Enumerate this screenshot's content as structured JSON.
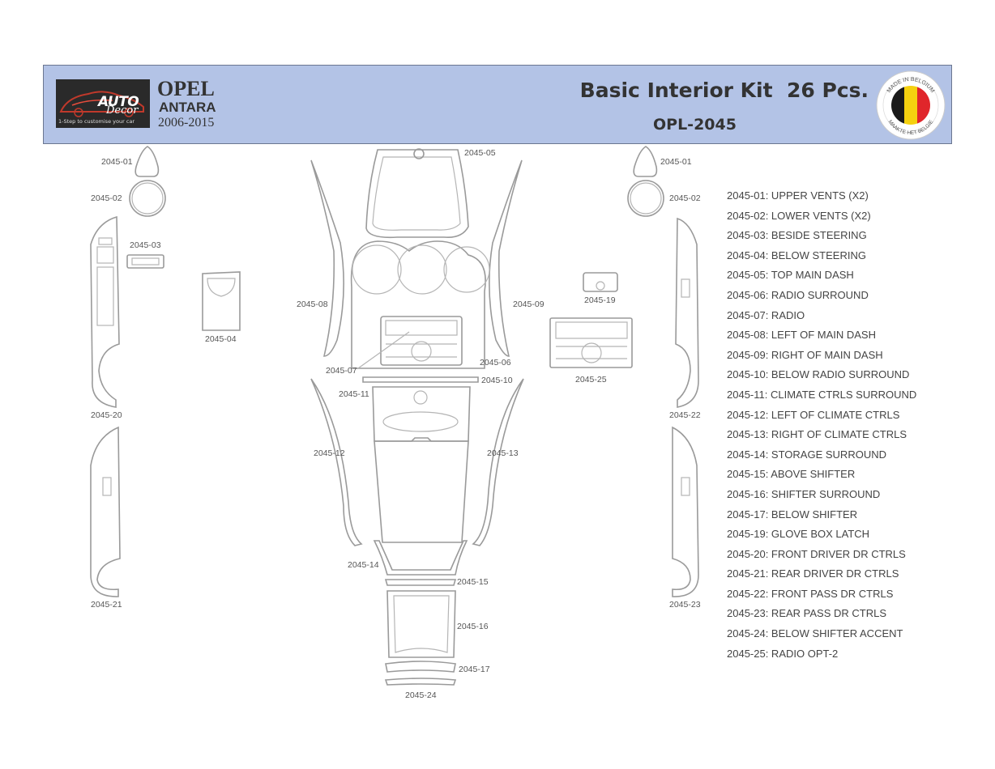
{
  "header": {
    "logo_word": "AUTO",
    "logo_sub": "Decor",
    "logo_tagline": "1-Step to customise your car",
    "brand": "OPEL",
    "model": "ANTARA",
    "years": "2006-2015",
    "kit_title": "Basic Interior Kit  26 Pcs.",
    "kit_code": "OPL-2045",
    "badge_top": "MADE IN BELGIUM",
    "badge_bottom": "MAAKTE HET BELGIE",
    "badge_colors": [
      "#1a1a1a",
      "#f5d10f",
      "#e0262b"
    ]
  },
  "labels": {
    "l01a": "2045-01",
    "l02a": "2045-02",
    "l03": "2045-03",
    "l04": "2045-04",
    "l20": "2045-20",
    "l21": "2045-21",
    "l05": "2045-05",
    "l08": "2045-08",
    "l09": "2045-09",
    "l07": "2045-07",
    "l06": "2045-06",
    "l10": "2045-10",
    "l11": "2045-11",
    "l12": "2045-12",
    "l13": "2045-13",
    "l14": "2045-14",
    "l15": "2045-15",
    "l16": "2045-16",
    "l17": "2045-17",
    "l24": "2045-24",
    "l01b": "2045-01",
    "l02b": "2045-02",
    "l19": "2045-19",
    "l25": "2045-25",
    "l22": "2045-22",
    "l23": "2045-23"
  },
  "legend": [
    "2045-01: UPPER VENTS (X2)",
    "2045-02: LOWER VENTS (X2)",
    "2045-03: BESIDE STEERING",
    "2045-04: BELOW STEERING",
    "2045-05: TOP MAIN DASH",
    "2045-06: RADIO SURROUND",
    "2045-07: RADIO",
    "2045-08: LEFT OF MAIN DASH",
    "2045-09: RIGHT OF MAIN DASH",
    "2045-10: BELOW RADIO SURROUND",
    "2045-11: CLIMATE CTRLS SURROUND",
    "2045-12: LEFT OF CLIMATE CTRLS",
    "2045-13: RIGHT OF CLIMATE CTRLS",
    "2045-14: STORAGE SURROUND",
    "2045-15: ABOVE SHIFTER",
    "2045-16: SHIFTER SURROUND",
    "2045-17: BELOW SHIFTER",
    "2045-19: GLOVE BOX LATCH",
    "2045-20: FRONT DRIVER DR CTRLS",
    "2045-21: REAR DRIVER DR CTRLS",
    "2045-22: FRONT PASS DR CTRLS",
    "2045-23: REAR PASS DR CTRLS",
    "2045-24: BELOW SHIFTER ACCENT",
    "2045-25: RADIO OPT-2"
  ]
}
